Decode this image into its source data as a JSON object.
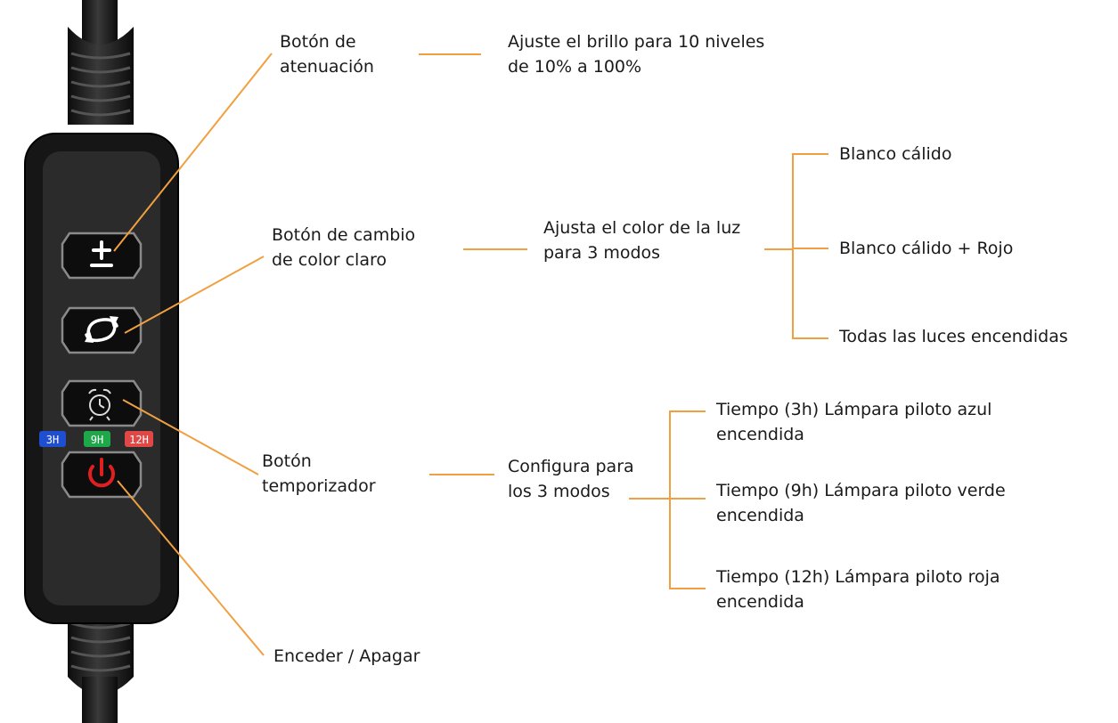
{
  "colors": {
    "accent": "#f0a040",
    "body": "#1b1b1b",
    "panel": "#2a2a2a",
    "timer_blue": "#1f4fd0",
    "timer_green": "#1fa84a",
    "timer_red": "#e04848",
    "power_red": "#e02020"
  },
  "device": {
    "buttons": [
      {
        "icon": "plus-minus-icon",
        "glyph": "±"
      },
      {
        "icon": "refresh-icon",
        "glyph": "⟲"
      },
      {
        "icon": "alarm-clock-icon",
        "glyph": "⏰"
      },
      {
        "icon": "power-icon",
        "glyph": "⏻"
      }
    ],
    "timer_labels": [
      "3H",
      "9H",
      "12H"
    ]
  },
  "labels": {
    "dimmer": {
      "line1": "Botón de",
      "line2": "atenuación"
    },
    "dimmer_desc": {
      "line1": "Ajuste el brillo para 10 niveles",
      "line2": "de 10% a 100%"
    },
    "color": {
      "line1": "Botón de cambio",
      "line2": "de color claro"
    },
    "color_desc": {
      "line1": "Ajusta el color de la luz",
      "line2": "para 3 modos"
    },
    "color_modes": [
      "Blanco cálido",
      "Blanco cálido + Rojo",
      "Todas las luces encendidas"
    ],
    "timer": {
      "line1": "Botón",
      "line2": "temporizador"
    },
    "timer_desc": {
      "line1": "Configura para",
      "line2": "los 3 modos"
    },
    "timer_modes": [
      {
        "line1": "Tiempo (3h) Lámpara piloto azul",
        "line2": "encendida"
      },
      {
        "line1": "Tiempo (9h) Lámpara piloto verde",
        "line2": "encendida"
      },
      {
        "line1": "Tiempo (12h) Lámpara piloto roja",
        "line2": "encendida"
      }
    ],
    "power": "Enceder / Apagar"
  }
}
